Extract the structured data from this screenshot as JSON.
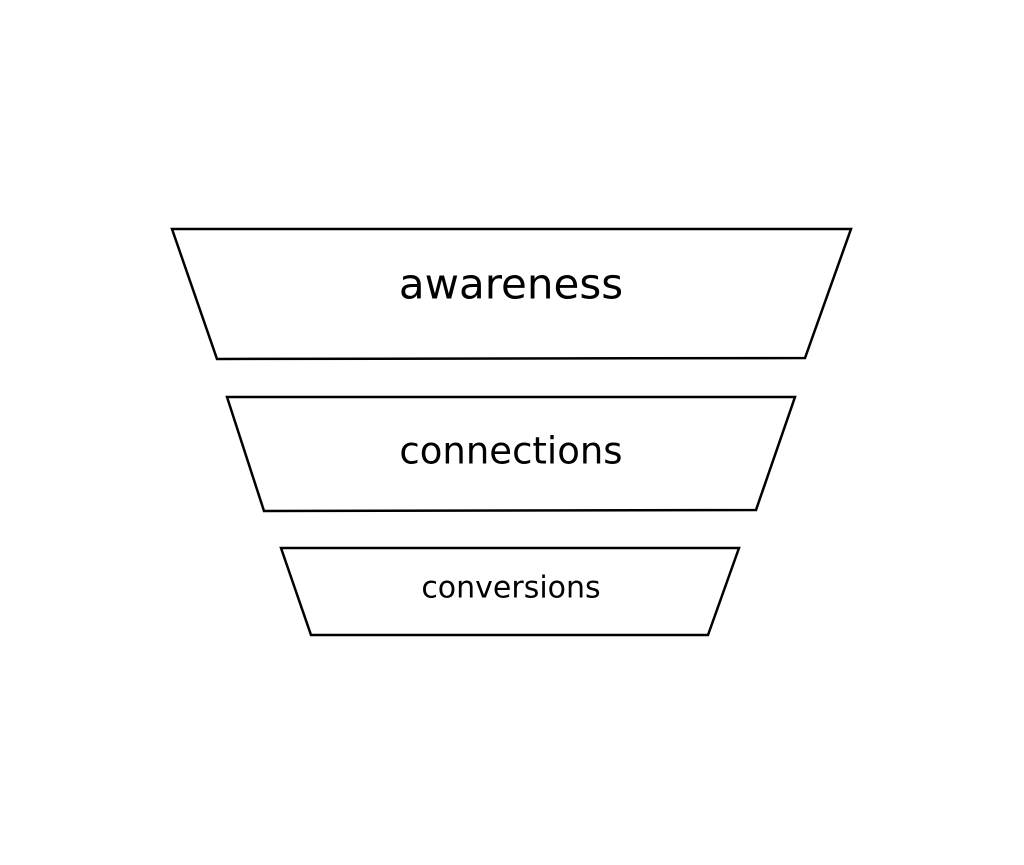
{
  "diagram": {
    "type": "funnel",
    "stages": [
      {
        "label": "awareness"
      },
      {
        "label": "connections"
      },
      {
        "label": "conversions"
      }
    ],
    "colors": {
      "background": "#ffffff",
      "stroke": "#000000",
      "fill": "#ffffff",
      "text": "#000000"
    }
  }
}
